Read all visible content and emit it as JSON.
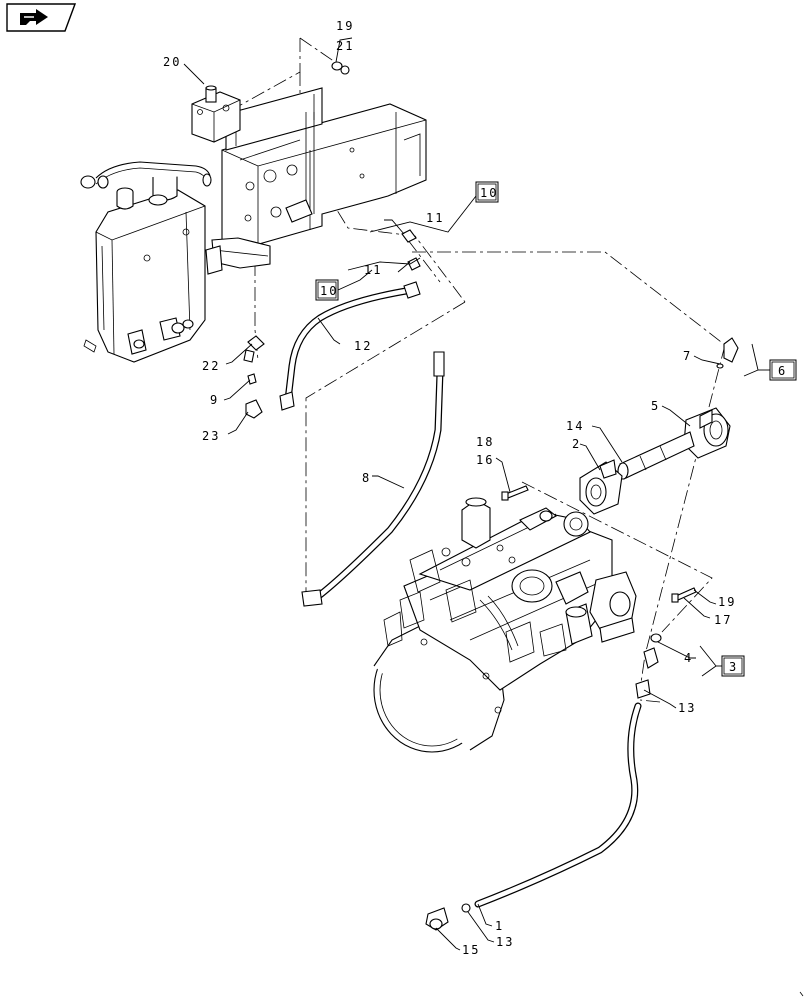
{
  "nav_icon": "page-back-arrow-icon",
  "callouts": [
    {
      "id": "c19a",
      "text": "19"
    },
    {
      "id": "c21",
      "text": "21"
    },
    {
      "id": "c20",
      "text": "20"
    },
    {
      "id": "c11a",
      "text": "11"
    },
    {
      "id": "c11b",
      "text": "11"
    },
    {
      "id": "c12",
      "text": "12"
    },
    {
      "id": "c22",
      "text": "22"
    },
    {
      "id": "c9",
      "text": "9"
    },
    {
      "id": "c23",
      "text": "23"
    },
    {
      "id": "c8",
      "text": "8"
    },
    {
      "id": "c7",
      "text": "7"
    },
    {
      "id": "c5",
      "text": "5"
    },
    {
      "id": "c14",
      "text": "14"
    },
    {
      "id": "c2",
      "text": "2"
    },
    {
      "id": "c18",
      "text": "18"
    },
    {
      "id": "c16",
      "text": "16"
    },
    {
      "id": "c19b",
      "text": "19"
    },
    {
      "id": "c17",
      "text": "17"
    },
    {
      "id": "c4",
      "text": "4"
    },
    {
      "id": "c13a",
      "text": "13"
    },
    {
      "id": "c1",
      "text": "1"
    },
    {
      "id": "c13b",
      "text": "13"
    },
    {
      "id": "c15",
      "text": "15"
    }
  ],
  "boxed": [
    {
      "id": "b10a",
      "text": "10"
    },
    {
      "id": "b10b",
      "text": "10"
    },
    {
      "id": "b6",
      "text": "6"
    },
    {
      "id": "b3",
      "text": "3"
    }
  ]
}
